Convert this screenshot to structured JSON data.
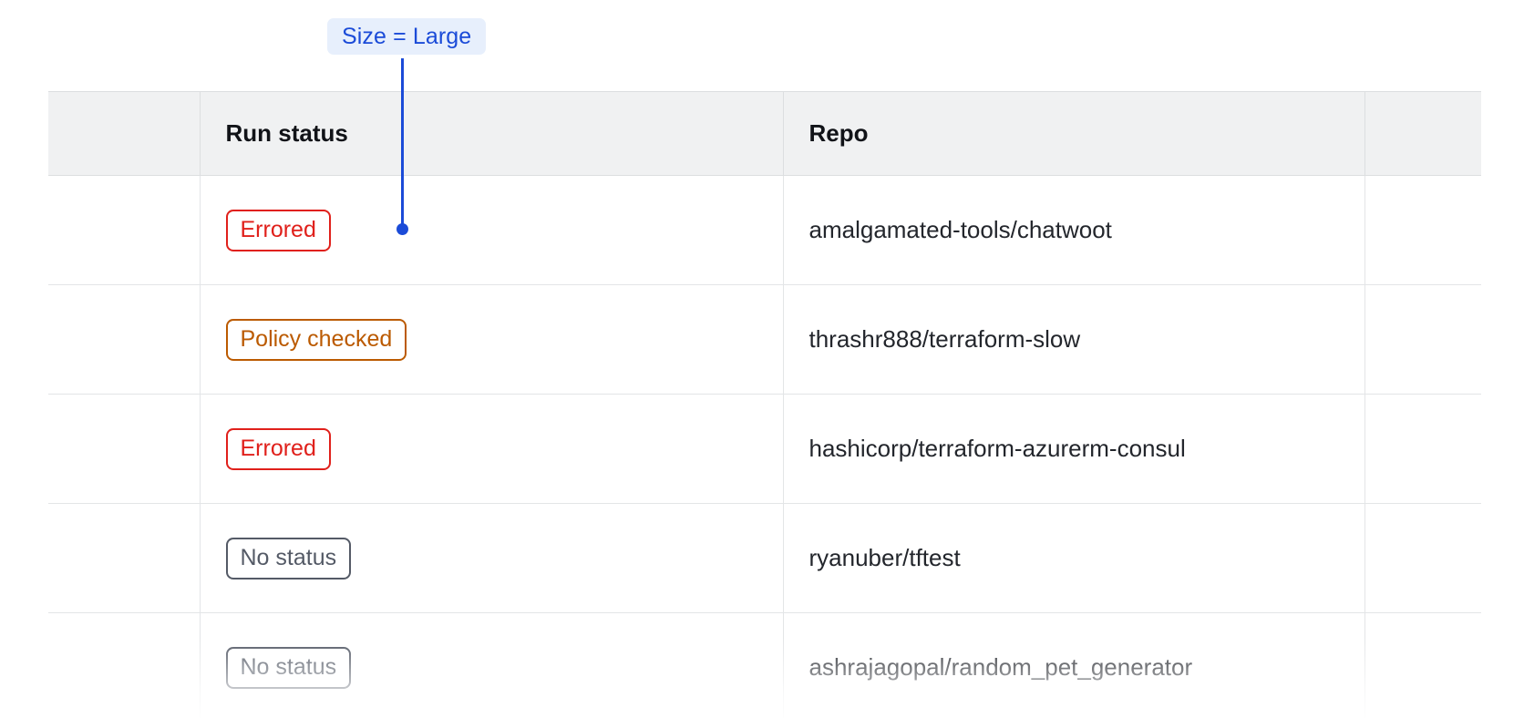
{
  "annotation": {
    "label": "Size = Large",
    "accent_color": "#1b4bd8",
    "background_color": "#e7effc",
    "connector": "vertical-line-with-dot"
  },
  "table": {
    "columns": [
      {
        "key": "spacer",
        "label": ""
      },
      {
        "key": "run_status",
        "label": "Run status"
      },
      {
        "key": "repo",
        "label": "Repo"
      },
      {
        "key": "tail",
        "label": ""
      }
    ],
    "rows": [
      {
        "status": "Errored",
        "status_kind": "errored",
        "repo": "amalgamated-tools/chatwoot"
      },
      {
        "status": "Policy checked",
        "status_kind": "policy-checked",
        "repo": "thrashr888/terraform-slow"
      },
      {
        "status": "Errored",
        "status_kind": "errored",
        "repo": "hashicorp/terraform-azurerm-consul"
      },
      {
        "status": "No status",
        "status_kind": "no-status",
        "repo": "ryanuber/tftest"
      },
      {
        "status": "No status",
        "status_kind": "no-status",
        "repo": "ashrajagopal/random_pet_generator"
      }
    ],
    "status_colors": {
      "errored": "#e0201b",
      "policy-checked": "#bb5a00",
      "no-status": "#545a66"
    },
    "header_background": "#f0f1f2",
    "border_color": "#dcdee0"
  }
}
